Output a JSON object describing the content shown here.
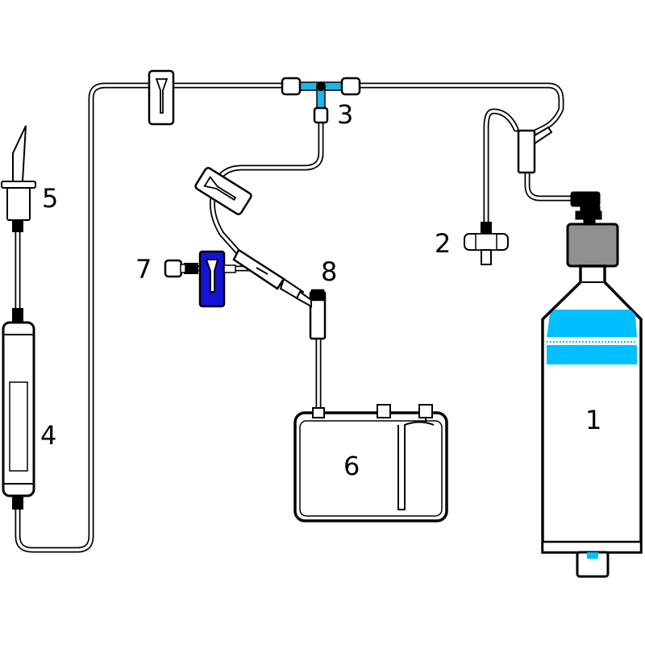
{
  "labels": {
    "l1": "1",
    "l2": "2",
    "l3": "3",
    "l4": "4",
    "l5": "5",
    "l6": "6",
    "l7": "7",
    "l8": "8"
  },
  "colors": {
    "fluid": "#00bfff",
    "connector_blue": "#1fb4e8",
    "clamp_blue": "#1414d2",
    "bottle_cap": "#909090",
    "outline": "#000000"
  },
  "icons": {
    "bottle": "fluid-bottle-icon",
    "filter": "syringe-filter-icon",
    "t_connector": "t-connector-icon",
    "chamber": "drip-chamber-icon",
    "spike": "spike-icon",
    "reservoir": "reservoir-icon",
    "clamp": "roller-clamp-icon"
  }
}
